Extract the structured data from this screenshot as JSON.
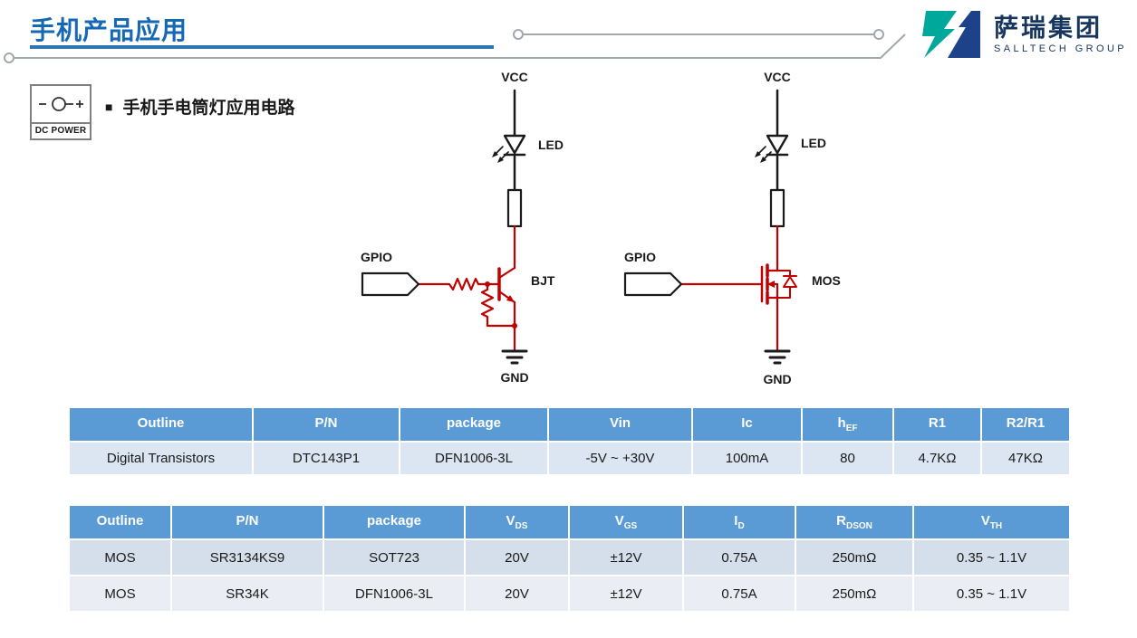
{
  "page": {
    "title": "手机产品应用"
  },
  "logo": {
    "company_cn": "萨瑞集团",
    "company_en": "SALLTECH GROUP"
  },
  "dc_power": {
    "label": "DC POWER"
  },
  "section": {
    "bullet": "■",
    "heading": "手机手电筒灯应用电路"
  },
  "circuit_left": {
    "vcc": "VCC",
    "led": "LED",
    "gpio": "GPIO",
    "device": "BJT",
    "gnd": "GND"
  },
  "circuit_right": {
    "vcc": "VCC",
    "led": "LED",
    "gpio": "GPIO",
    "device": "MOS",
    "gnd": "GND"
  },
  "transistor_table": {
    "headers": [
      {
        "label": "Outline",
        "sub": ""
      },
      {
        "label": "P/N",
        "sub": ""
      },
      {
        "label": "package",
        "sub": ""
      },
      {
        "label": "Vin",
        "sub": ""
      },
      {
        "label": "Ic",
        "sub": ""
      },
      {
        "label": "h",
        "sub": "EF"
      },
      {
        "label": "R1",
        "sub": ""
      },
      {
        "label": "R2/R1",
        "sub": ""
      }
    ],
    "rows": [
      [
        "Digital Transistors",
        "DTC143P1",
        "DFN1006-3L",
        "-5V ~ +30V",
        "100mA",
        "80",
        "4.7KΩ",
        "47KΩ"
      ]
    ]
  },
  "mos_table": {
    "headers": [
      {
        "label": "Outline",
        "sub": ""
      },
      {
        "label": "P/N",
        "sub": ""
      },
      {
        "label": "package",
        "sub": ""
      },
      {
        "label": "V",
        "sub": "DS"
      },
      {
        "label": "V",
        "sub": "GS"
      },
      {
        "label": "I",
        "sub": "D"
      },
      {
        "label": "R",
        "sub": "DSON"
      },
      {
        "label": "V",
        "sub": "TH"
      }
    ],
    "rows": [
      [
        "MOS",
        "SR3134KS9",
        "SOT723",
        "20V",
        "±12V",
        "0.75A",
        "250mΩ",
        "0.35 ~ 1.1V"
      ],
      [
        "MOS",
        "SR34K",
        "DFN1006-3L",
        "20V",
        "±12V",
        "0.75A",
        "250mΩ",
        "0.35 ~ 1.1V"
      ]
    ]
  },
  "colors": {
    "title_blue": "#1568b3",
    "underline_blue": "#2e75b6",
    "table_header_blue": "#5b9bd5",
    "table_row_light_blue": "#dce6f2",
    "circuit_red": "#c00000",
    "logo_teal": "#00a79b",
    "logo_navy": "#1d4289",
    "decor_gray": "#a0a8ae"
  }
}
